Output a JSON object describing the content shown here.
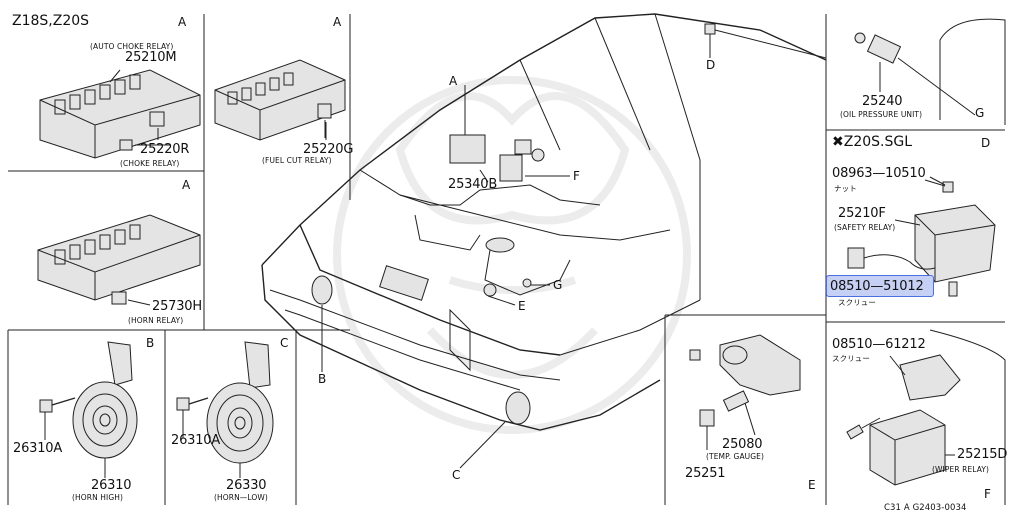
{
  "diagram": {
    "figure_ref": "C31 A G2403-0034",
    "watermark_icon": "dragon-emblem-watermark",
    "highlight_color": "#c5d0f4",
    "highlight_border": "#4a6fe0",
    "panels": {
      "tl": {
        "title": "Z18S,Z20S",
        "letter": "A",
        "caption_auto_choke": "(AUTO CHOKE RELAY)",
        "part_choke_relay_block": "25210M",
        "part_choke_relay": "25220R",
        "caption_choke_relay": "(CHOKE RELAY)"
      },
      "tm": {
        "letter": "A",
        "part_fuel_cut": "25220G",
        "caption_fuel_cut": "(FUEL CUT RELAY)"
      },
      "ml": {
        "letter": "A",
        "part_horn_relay": "25730H",
        "caption_horn_relay": "(HORN RELAY)"
      },
      "bl1": {
        "letter": "B",
        "part_bolt": "26310A",
        "part_horn": "26310",
        "caption_horn": "(HORN  HIGH)"
      },
      "bl2": {
        "letter": "C",
        "part_bolt": "26310A",
        "part_horn": "26330",
        "caption_horn": "(HORN—LOW)"
      },
      "center": {
        "letter_a": "A",
        "letter_b": "B",
        "letter_c": "C",
        "letter_d": "D",
        "letter_e": "E",
        "letter_f": "F",
        "letter_g": "G",
        "part_bracket": "25340B"
      },
      "br1": {
        "letter": "E",
        "part_temp_gauge": "25080",
        "caption_temp_gauge": "(TEMP. GAUGE)",
        "part_gauge_unit": "25251"
      },
      "tr": {
        "letter": "G",
        "part_oil_pressure": "25240",
        "caption_oil_pressure": "(OIL PRESSURE UNIT)"
      },
      "mr": {
        "title": "✖Z20S.SGL",
        "letter": "D",
        "part_nut": "08963—10510",
        "caption_nut": "ナット",
        "part_safety_relay": "25210F",
        "caption_safety_relay": "(SAFETY RELAY)",
        "part_screw": "08510—51012",
        "caption_screw": "スクリュー"
      },
      "br2": {
        "letter": "F",
        "part_screw": "08510—61212",
        "caption_screw": "スクリュー",
        "part_wiper_relay": "25215D",
        "caption_wiper_relay": "(WIPER RELAY)"
      }
    }
  }
}
